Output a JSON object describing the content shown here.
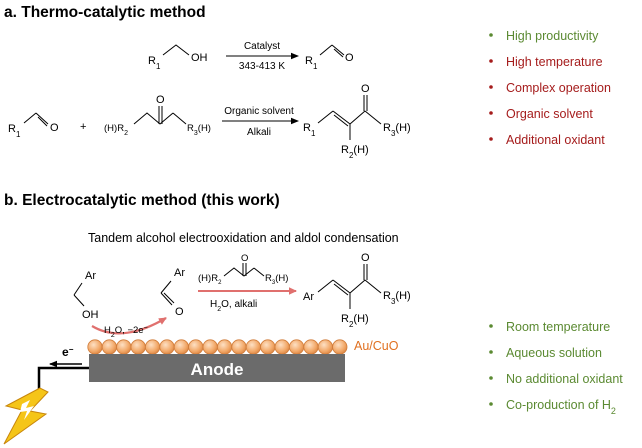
{
  "section_a": {
    "title": "a. Thermo-catalytic method",
    "reaction1": {
      "reactant": "R1 CH2OH",
      "reactant_r": "R",
      "reactant_r_sub": "1",
      "reactant_oh": "OH",
      "catalyst": "Catalyst",
      "temperature": "343-413 K",
      "product_r": "R",
      "product_r_sub": "1",
      "product_o": "O"
    },
    "reaction2": {
      "aldehyde_r": "R",
      "aldehyde_r_sub": "1",
      "aldehyde_o": "O",
      "plus": "+",
      "ketone_left": "(H)R",
      "ketone_left_sub": "2",
      "ketone_o": "O",
      "ketone_right": "R",
      "ketone_right_sub": "3",
      "ketone_right_tail": "(H)",
      "solvent": "Organic solvent",
      "base": "Alkali",
      "product_r1": "R",
      "product_r1_sub": "1",
      "product_o": "O",
      "product_r3": "R",
      "product_r3_sub": "3",
      "product_r3_tail": "(H)",
      "product_r2": "R",
      "product_r2_sub": "2",
      "product_r2_tail": "(H)"
    },
    "features": [
      {
        "text": "High productivity",
        "color": "#5b8a32",
        "kind": "pro"
      },
      {
        "text": "High temperature",
        "color": "#a51c1c",
        "kind": "con"
      },
      {
        "text": "Complex operation",
        "color": "#a51c1c",
        "kind": "con"
      },
      {
        "text": "Organic solvent",
        "color": "#a51c1c",
        "kind": "con"
      },
      {
        "text": "Additional oxidant",
        "color": "#a51c1c",
        "kind": "con"
      }
    ]
  },
  "section_b": {
    "title": "b. Electrocatalytic method (this work)",
    "subtitle": "Tandem alcohol electrooxidation and aldol condensation",
    "alcohol_ar": "Ar",
    "alcohol_oh": "OH",
    "aldehyde_ar": "Ar",
    "aldehyde_o": "O",
    "oxidation_label": "H2O, −2e⁻",
    "oxidation_h": "H",
    "oxidation_sub": "2",
    "oxidation_rest": "O, −2e",
    "oxidation_sup": "−",
    "ketone_left": "(H)R",
    "ketone_left_sub": "2",
    "ketone_o": "O",
    "ketone_right": "R",
    "ketone_right_sub": "3",
    "ketone_right_tail": "(H)",
    "condensation_label": "H2O, alkali",
    "cond_h": "H",
    "cond_sub": "2",
    "cond_rest": "O, alkali",
    "product_ar": "Ar",
    "product_o": "O",
    "product_r3": "R",
    "product_r3_sub": "3",
    "product_r3_tail": "(H)",
    "product_r2": "R",
    "product_r2_sub": "2",
    "product_r2_tail": "(H)",
    "catalyst_label": "Au/CuO",
    "anode_label": "Anode",
    "electron_label": "e",
    "electron_sup": "−",
    "features": [
      {
        "text": "Room temperature",
        "color": "#5b8a32"
      },
      {
        "text": "Aqueous solution",
        "color": "#5b8a32"
      },
      {
        "text": "No additional oxidant",
        "color": "#5b8a32"
      },
      {
        "text": "Co-production of H",
        "sub": "2",
        "color": "#5b8a32"
      }
    ]
  },
  "colors": {
    "pro": "#5b8a32",
    "con": "#a51c1c",
    "arrow_pink": "#e0706e",
    "catalyst_orange": "#f0a060",
    "catalyst_label": "#e07020",
    "anode": "#6b6b6b",
    "bolt": "#f5c518"
  }
}
